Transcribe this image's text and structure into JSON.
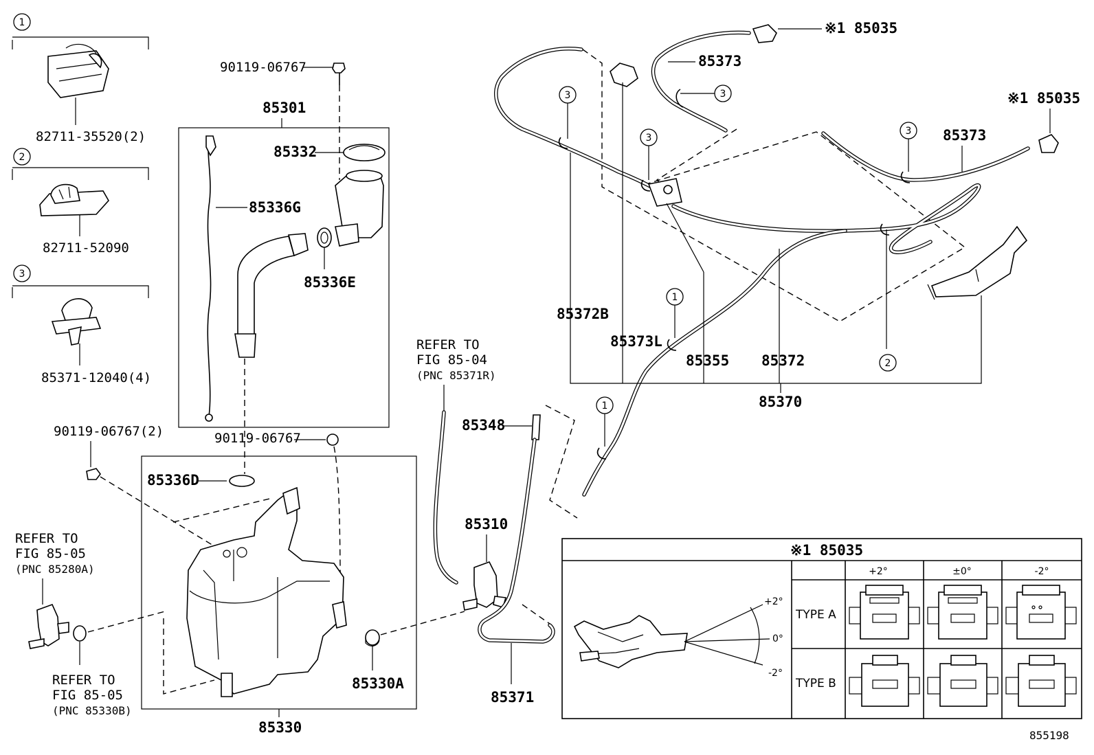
{
  "diagram": {
    "clip_refs": [
      {
        "num": "1",
        "part": "82711-35520(2)"
      },
      {
        "num": "2",
        "part": "82711-52090"
      },
      {
        "num": "3",
        "part": "85371-12040(4)"
      }
    ],
    "labels": {
      "bolt_top": "90119-06767",
      "assy_85301": "85301",
      "cap_85332": "85332",
      "gauge_85336G": "85336G",
      "gasket_85336E": "85336E",
      "bolt_two": "90119-06767(2)",
      "bolt_mid": "90119-06767",
      "grommet_85336D": "85336D",
      "tank_85330": "85330",
      "grommet_85330A": "85330A",
      "pump_85310": "85310",
      "hose_85371": "85371",
      "joint_85348": "85348",
      "hose_85372B": "85372B",
      "hose_85373L": "85373L",
      "joint_85355": "85355",
      "hose_85372": "85372",
      "assy_85370": "85370",
      "hose_85373_top": "85373",
      "hose_85373_right": "85373",
      "nozzle_top": "※1 85035",
      "nozzle_right": "※1 85035",
      "diagram_id": "855198"
    },
    "callouts": [
      "3",
      "3",
      "3",
      "3",
      "1",
      "1",
      "2"
    ],
    "refer_notes": [
      {
        "line1": "REFER TO",
        "line2": "FIG 85-04",
        "line3": "(PNC 85371R)"
      },
      {
        "line1": "REFER TO",
        "line2": "FIG 85-05",
        "line3": "(PNC 85280A)"
      },
      {
        "line1": "REFER TO",
        "line2": "FIG 85-05",
        "line3": "(PNC 85330B)"
      }
    ],
    "inset": {
      "title": "※1 85035",
      "angles": [
        "+2°",
        "0°",
        "-2°"
      ],
      "columns": [
        "+2°",
        "±0°",
        "-2°"
      ],
      "rows": [
        "TYPE A",
        "TYPE B"
      ]
    }
  }
}
